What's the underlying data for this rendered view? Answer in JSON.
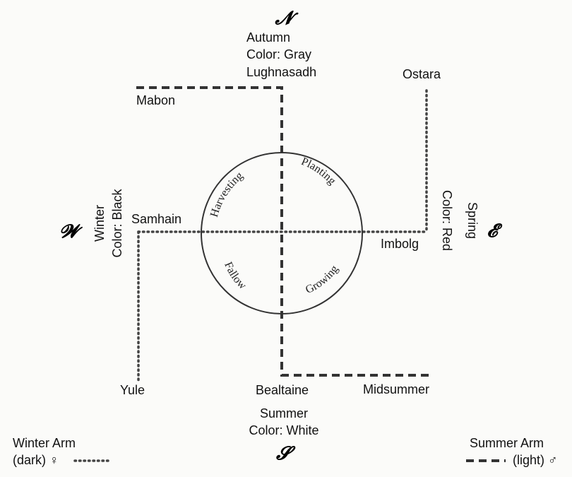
{
  "directions": {
    "north": "𝓝",
    "south": "𝓢",
    "east": "𝓔",
    "west": "𝓦"
  },
  "north_block": {
    "season": "Autumn",
    "color": "Color: Gray",
    "festival": "Lughnasadh"
  },
  "south_block": {
    "season": "Summer",
    "color": "Color: White"
  },
  "east_block": {
    "season": "Spring",
    "color": "Color: Red"
  },
  "west_block": {
    "season": "Winter",
    "color": "Color: Black"
  },
  "festivals": {
    "mabon": "Mabon",
    "ostara": "Ostara",
    "samhain": "Samhain",
    "imbolg": "Imbolg",
    "yule": "Yule",
    "bealtaine": "Bealtaine",
    "midsummer": "Midsummer"
  },
  "wheel": {
    "harvesting": "Harvesting",
    "planting": "Planting",
    "fallow": "Fallow",
    "growing": "Growing"
  },
  "legend": {
    "winter_arm": "Winter Arm",
    "winter_detail": "(dark) ♀",
    "summer_arm": "Summer Arm",
    "summer_detail": "(light) ♂"
  }
}
